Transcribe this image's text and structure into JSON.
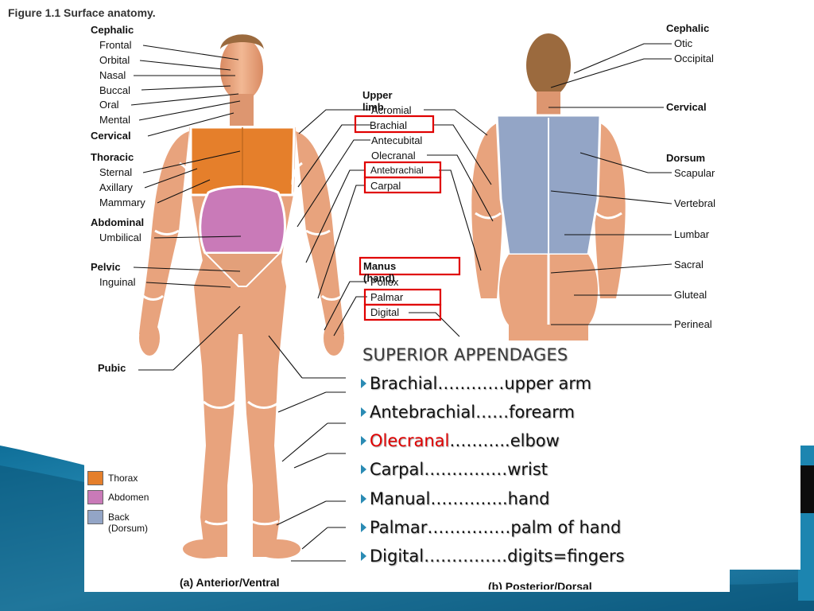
{
  "figure_title": "Figure 1.1  Surface anatomy.",
  "caption_anterior_prefix": "(a)",
  "caption_anterior": "Anterior/Ventral",
  "caption_posterior": "(b) Posterior/Dorsal",
  "left_labels": {
    "cephalic": "Cephalic",
    "frontal": "Frontal",
    "orbital": "Orbital",
    "nasal": "Nasal",
    "buccal": "Buccal",
    "oral": "Oral",
    "mental": "Mental",
    "cervical": "Cervical",
    "thoracic": "Thoracic",
    "sternal": "Sternal",
    "axillary": "Axillary",
    "mammary": "Mammary",
    "abdominal": "Abdominal",
    "umbilical": "Umbilical",
    "pelvic": "Pelvic",
    "inguinal": "Inguinal",
    "pubic": "Pubic"
  },
  "middle_labels": {
    "upper_limb": "Upper limb",
    "acromial": "Acromial",
    "brachial": "Brachial",
    "antecubital": "Antecubital",
    "olecranal": "Olecranal",
    "antebrachial": "Antebrachial",
    "carpal": "Carpal",
    "manus": "Manus (hand)",
    "pollex": "Pollex",
    "palmar": "Palmar",
    "digital": "Digital"
  },
  "right_labels": {
    "cephalic": "Cephalic",
    "otic": "Otic",
    "occipital": "Occipital",
    "cervical": "Cervical",
    "dorsum": "Dorsum",
    "scapular": "Scapular",
    "vertebral": "Vertebral",
    "lumbar": "Lumbar",
    "sacral": "Sacral",
    "gluteal": "Gluteal",
    "perineal": "Perineal"
  },
  "legend": [
    {
      "label": "Thorax",
      "color": "#e57f2b"
    },
    {
      "label": "Abdomen",
      "color": "#c97ab8"
    },
    {
      "label": "Back (Dorsum)",
      "color": "#93a5c6"
    }
  ],
  "overlay": {
    "title": "SUPERIOR APPENDAGES",
    "items": [
      {
        "term": "Brachial",
        "dots": "…………",
        "meaning": "upper arm"
      },
      {
        "term": "Antebrachial",
        "dots": "……",
        "meaning": "forearm"
      },
      {
        "term": "Olecranal",
        "dots": "………..",
        "meaning": "elbow"
      },
      {
        "term": "Carpal",
        "dots": "……………",
        "meaning": "wrist"
      },
      {
        "term": "Manual",
        "dots": "…………..",
        "meaning": "hand"
      },
      {
        "term": "Palmar",
        "dots": "……………",
        "meaning": "palm of hand"
      },
      {
        "term": "Digital",
        "dots": "……………",
        "meaning": "digits=fingers"
      }
    ]
  },
  "colors": {
    "thorax": "#e57f2b",
    "abdomen": "#c97ab8",
    "back": "#93a5c6",
    "skin": "#e8a37d",
    "highlight_red": "#e00000",
    "slide_blue": "#1a7ea8",
    "bullet": "#2a8bb4"
  }
}
